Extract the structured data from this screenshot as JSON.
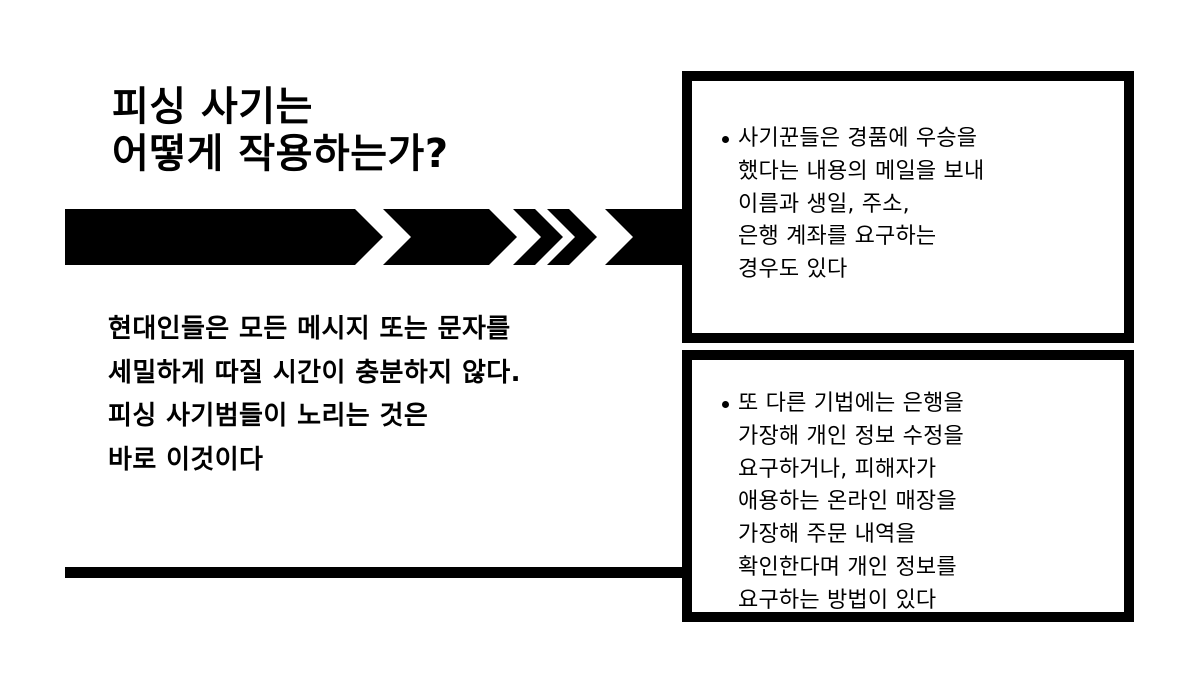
{
  "slide": {
    "background_color": "#ffffff",
    "foreground_color": "#000000",
    "title": "피싱 사기는\n어떻게 작용하는가?",
    "body_text": "현대인들은 모든 메시지 또는 문자를\n세밀하게 따질 시간이 충분하지 않다.\n피싱 사기범들이 노리는 것은\n바로 이것이다",
    "decorations": {
      "arrow_banner": "right-pointing-chevron-arrow-banner",
      "bottom_rule": "horizontal-black-rule"
    },
    "boxes": [
      {
        "id": "box-1",
        "bullet_marker": "•",
        "text": "사기꾼들은 경품에 우승을\n했다는 내용의 메일을 보내\n이름과 생일, 주소,\n은행 계좌를 요구하는\n경우도 있다"
      },
      {
        "id": "box-2",
        "bullet_marker": "•",
        "text": "또 다른 기법에는 은행을\n가장해 개인 정보 수정을\n요구하거나, 피해자가\n애용하는 온라인 매장을\n가장해 주문 내역을\n확인한다며 개인 정보를\n요구하는 방법이 있다"
      }
    ]
  }
}
